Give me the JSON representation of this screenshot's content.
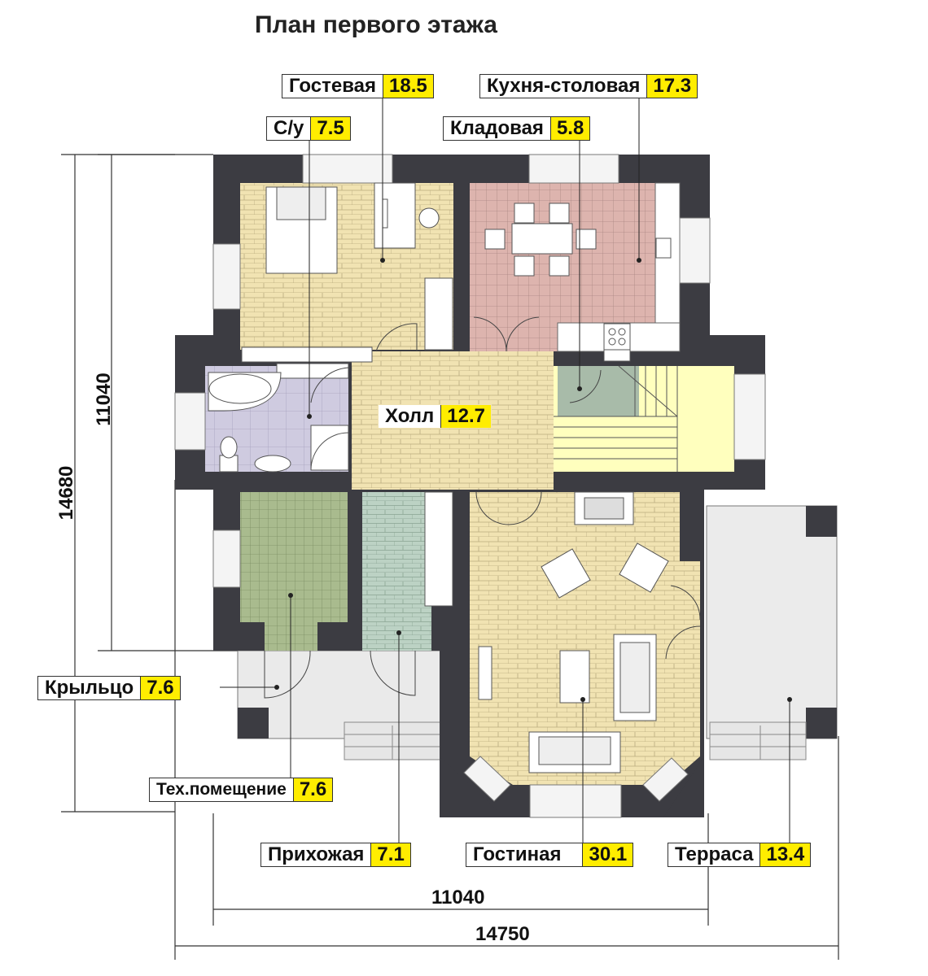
{
  "title": "План первого этажа",
  "rooms": [
    {
      "id": "guest",
      "name": "Гостевая",
      "area": "18.5"
    },
    {
      "id": "kitchen",
      "name": "Кухня-столовая",
      "area": "17.3"
    },
    {
      "id": "wc",
      "name": "С/у",
      "area": "7.5"
    },
    {
      "id": "pantry",
      "name": "Кладовая",
      "area": "5.8"
    },
    {
      "id": "hall",
      "name": "Холл",
      "area": "12.7"
    },
    {
      "id": "porch",
      "name": "Крыльцо",
      "area": "7.6"
    },
    {
      "id": "tech",
      "name": "Тех.помещение",
      "area": "7.6"
    },
    {
      "id": "entry",
      "name": "Прихожая",
      "area": "7.1"
    },
    {
      "id": "living",
      "name": "Гостиная",
      "area": "30.1"
    },
    {
      "id": "terrace",
      "name": "Терраса",
      "area": "13.4"
    }
  ],
  "dimensions": {
    "inner_width": "11040",
    "outer_width": "14750",
    "inner_height": "11040",
    "outer_height": "14680"
  },
  "colors": {
    "wall": "#3c3c42",
    "guest_floor": "#f1e3b2",
    "kitchen_floor": "#ddb4ae",
    "bath_floor": "#cfcbe0",
    "hall_floor": "#f1e3b2",
    "tech_floor": "#a9bb8e",
    "entry_floor": "#bcd2c4",
    "stairs": "#ffffbe",
    "label_area": "#ffed00"
  }
}
